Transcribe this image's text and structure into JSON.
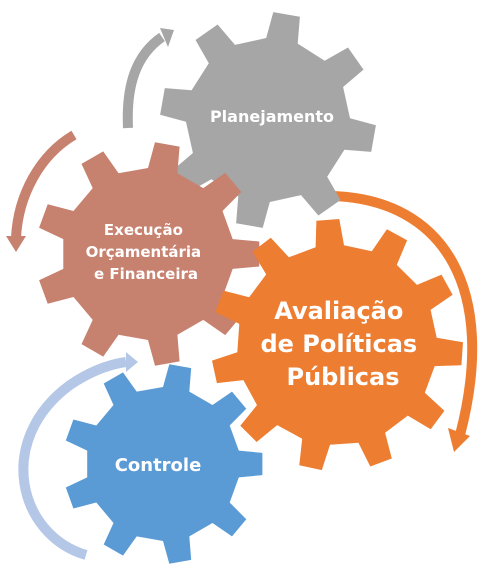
{
  "diagram": {
    "gears": [
      {
        "id": "planejamento",
        "lines": [
          "Planejamento"
        ],
        "color": "#a6a6a6"
      },
      {
        "id": "execucao",
        "lines": [
          "Execução",
          "Orçamentária",
          "e Financeira"
        ],
        "color": "#c7816f"
      },
      {
        "id": "avaliacao",
        "lines": [
          "Avaliação",
          "de Políticas",
          "Públicas"
        ],
        "color": "#ed7d31"
      },
      {
        "id": "controle",
        "lines": [
          "Controle"
        ],
        "color": "#5b9bd5"
      }
    ],
    "arrows": [
      {
        "id": "arrow-to-planejamento",
        "color": "#a6a6a6"
      },
      {
        "id": "arrow-to-execucao",
        "color": "#c7816f"
      },
      {
        "id": "arrow-to-avaliacao",
        "color": "#ed7d31"
      },
      {
        "id": "arrow-to-controle",
        "color": "#b4c7e7"
      }
    ]
  }
}
